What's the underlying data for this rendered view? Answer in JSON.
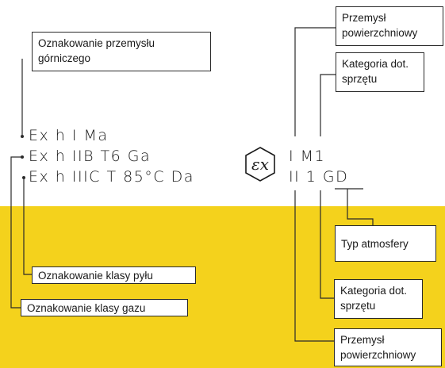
{
  "colors": {
    "band": "#f4d21c",
    "line": "#2a2a2a"
  },
  "markings": {
    "line1": "Ex h I Ma",
    "line2": "Ex h IIB T6 Ga",
    "line3": "Ex h IIIC T 85°C Da",
    "group_i": "I M1",
    "group_ii": "II 1 GD",
    "ex_symbol": "ex-hexagon-logo"
  },
  "labels": {
    "mining": "Oznakowanie przemysłu górniczego",
    "dust_class": "Oznakowanie klasy pyłu",
    "gas_class": "Oznakowanie klasy gazu",
    "surface_top": "Przemysł powierzchniowy",
    "category_top": "Kategoria dot. sprzętu",
    "atmosphere": "Typ atmosfery",
    "category_bottom": "Kategoria dot. sprzętu",
    "surface_bottom": "Przemysł powierzchniowy"
  }
}
